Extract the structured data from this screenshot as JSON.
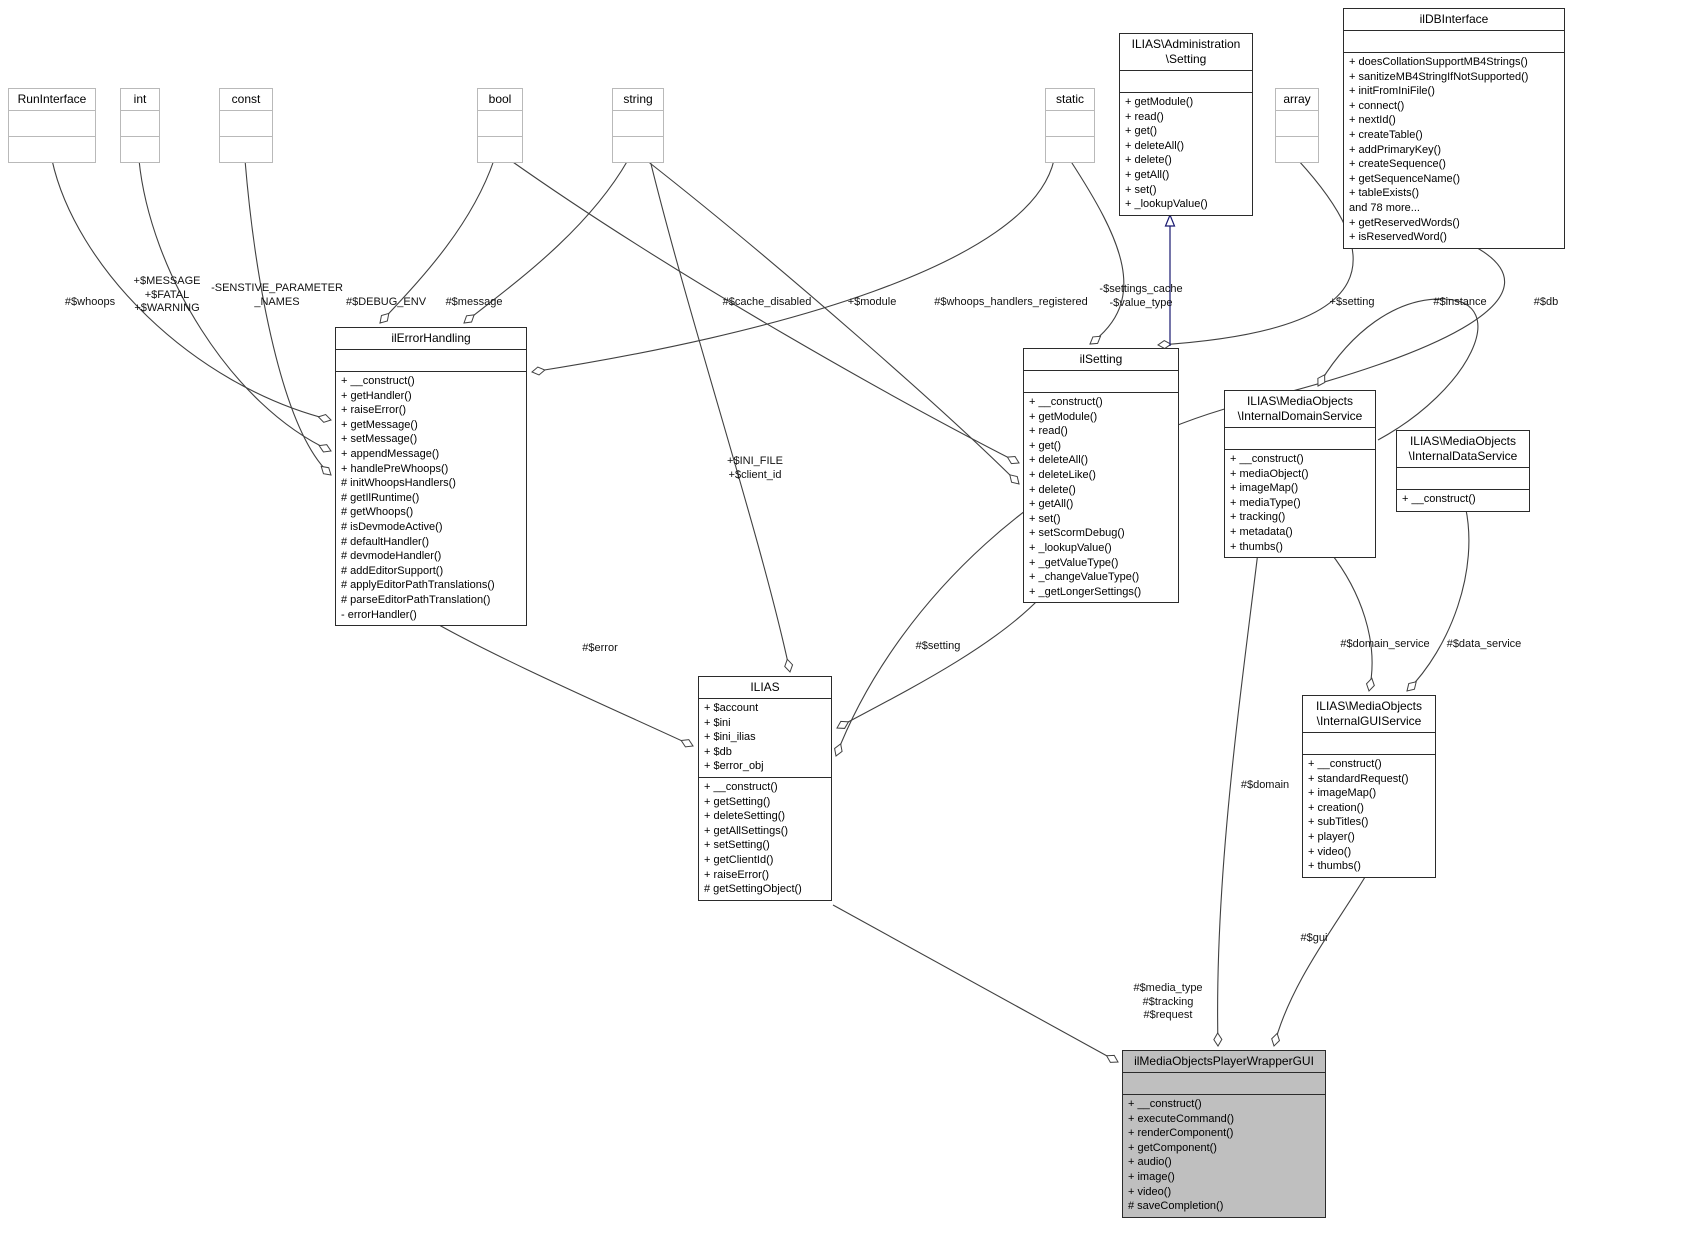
{
  "diagram_type": "uml-collaboration-diagram",
  "colors": {
    "node_border": "#2b2b2b",
    "type_node_border": "#b9b9b9",
    "node_fill": "#ffffff",
    "highlight_node_fill": "#bfbfbf",
    "edge_color": "#404040",
    "inheritance_edge_color": "#191970"
  },
  "classes": [
    {
      "id": "RunInterface",
      "title": "RunInterface",
      "attributes": [],
      "methods": []
    },
    {
      "id": "int",
      "title": "int",
      "attributes": [],
      "methods": []
    },
    {
      "id": "const",
      "title": "const",
      "attributes": [],
      "methods": []
    },
    {
      "id": "bool",
      "title": "bool",
      "attributes": [],
      "methods": []
    },
    {
      "id": "string",
      "title": "string",
      "attributes": [],
      "methods": []
    },
    {
      "id": "static",
      "title": "static",
      "attributes": [],
      "methods": []
    },
    {
      "id": "array",
      "title": "array",
      "attributes": [],
      "methods": []
    },
    {
      "id": "ILIAS-Administration-Setting",
      "title": "ILIAS\\Administration\n\\Setting",
      "attributes": [],
      "methods": [
        "+ getModule()",
        "+ read()",
        "+ get()",
        "+ deleteAll()",
        "+ delete()",
        "+ getAll()",
        "+ set()",
        "+ _lookupValue()"
      ]
    },
    {
      "id": "ilDBInterface",
      "title": "ilDBInterface",
      "attributes": [],
      "methods": [
        "+ doesCollationSupportMB4Strings()",
        "+ sanitizeMB4StringIfNotSupported()",
        "+ initFromIniFile()",
        "+ connect()",
        "+ nextId()",
        "+ createTable()",
        "+ addPrimaryKey()",
        "+ createSequence()",
        "+ getSequenceName()",
        "+ tableExists()",
        "and 78 more...",
        "+ getReservedWords()",
        "+ isReservedWord()"
      ]
    },
    {
      "id": "ilErrorHandling",
      "title": "ilErrorHandling",
      "attributes": [],
      "methods": [
        "+ __construct()",
        "+ getHandler()",
        "+ raiseError()",
        "+ getMessage()",
        "+ setMessage()",
        "+ appendMessage()",
        "+ handlePreWhoops()",
        "# initWhoopsHandlers()",
        "# getIlRuntime()",
        "# getWhoops()",
        "# isDevmodeActive()",
        "# defaultHandler()",
        "# devmodeHandler()",
        "# addEditorSupport()",
        "# applyEditorPathTranslations()",
        "# parseEditorPathTranslation()",
        "- errorHandler()"
      ]
    },
    {
      "id": "ilSetting",
      "title": "ilSetting",
      "attributes": [],
      "methods": [
        "+ __construct()",
        "+ getModule()",
        "+ read()",
        "+ get()",
        "+ deleteAll()",
        "+ deleteLike()",
        "+ delete()",
        "+ getAll()",
        "+ set()",
        "+ setScormDebug()",
        "+ _lookupValue()",
        "+ _getValueType()",
        "+ _changeValueType()",
        "+ _getLongerSettings()"
      ]
    },
    {
      "id": "ILIAS-MediaObjects-InternalDomainService",
      "title": "ILIAS\\MediaObjects\n\\InternalDomainService",
      "attributes": [],
      "methods": [
        "+ __construct()",
        "+ mediaObject()",
        "+ imageMap()",
        "+ mediaType()",
        "+ tracking()",
        "+ metadata()",
        "+ thumbs()"
      ]
    },
    {
      "id": "ILIAS-MediaObjects-InternalDataService",
      "title": "ILIAS\\MediaObjects\n\\InternalDataService",
      "attributes": [],
      "methods": [
        "+ __construct()"
      ]
    },
    {
      "id": "ILIAS",
      "title": "ILIAS",
      "attributes": [
        "+ $account",
        "+ $ini",
        "+ $ini_ilias",
        "+ $db",
        "+ $error_obj"
      ],
      "methods": [
        "+ __construct()",
        "+ getSetting()",
        "+ deleteSetting()",
        "+ getAllSettings()",
        "+ setSetting()",
        "+ getClientId()",
        "+ raiseError()",
        "# getSettingObject()"
      ]
    },
    {
      "id": "ILIAS-MediaObjects-InternalGUIService",
      "title": "ILIAS\\MediaObjects\n\\InternalGUIService",
      "attributes": [],
      "methods": [
        "+ __construct()",
        "+ standardRequest()",
        "+ imageMap()",
        "+ creation()",
        "+ subTitles()",
        "+ player()",
        "+ video()",
        "+ thumbs()"
      ]
    },
    {
      "id": "ilMediaObjectsPlayerWrapperGUI",
      "title": "ilMediaObjectsPlayerWrapperGUI",
      "attributes": [],
      "methods": [
        "+ __construct()",
        "+ executeCommand()",
        "+ renderComponent()",
        "+ getComponent()",
        "+ audio()",
        "+ image()",
        "+ video()",
        "# saveCompletion()"
      ]
    }
  ],
  "edge_labels": [
    "#$whoops",
    "+$MESSAGE\n+$FATAL\n+$WARNING",
    "-SENSTIVE_PARAMETER\n_NAMES",
    "#$DEBUG_ENV",
    "#$message",
    "#$cache_disabled",
    "+$module",
    "#$whoops_handlers_registered",
    "-$settings_cache\n-$value_type",
    "+$setting",
    "#$instance",
    "#$db",
    "+$INI_FILE\n+$client_id",
    "#$error",
    "#$setting",
    "#$domain_service",
    "#$data_service",
    "#$domain",
    "#$gui",
    "#$media_type\n#$tracking\n#$request"
  ]
}
